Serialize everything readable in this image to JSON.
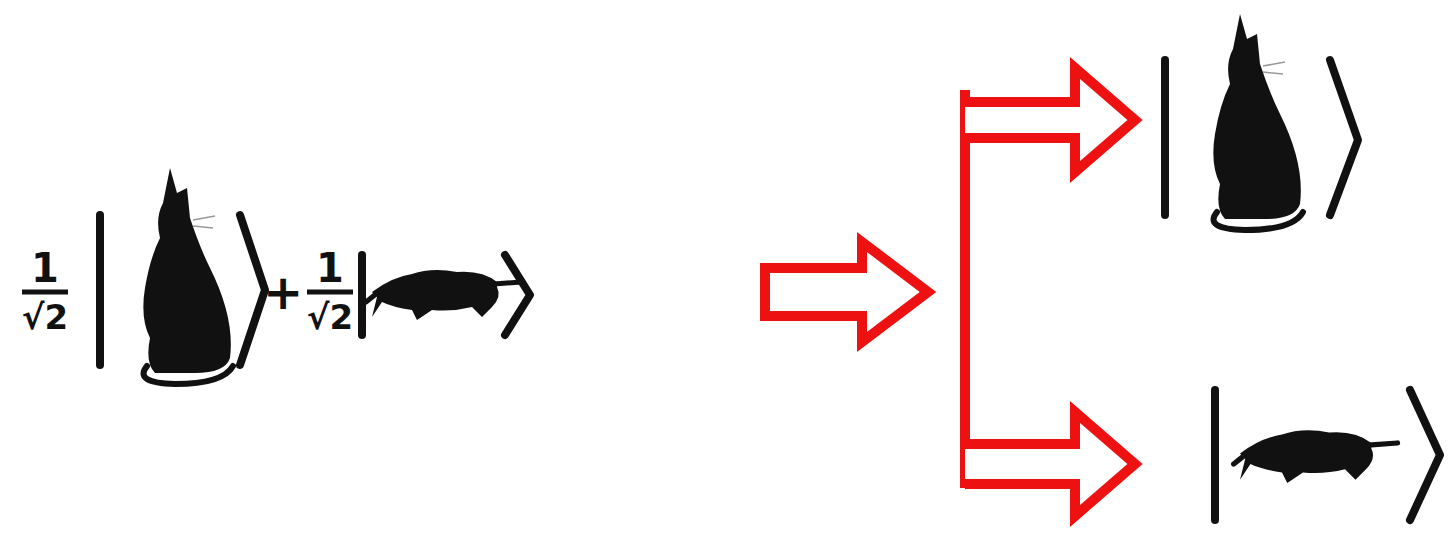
{
  "diagram": {
    "labels": [
      "1",
      "√2",
      "+",
      "1",
      "√2"
    ]
  }
}
